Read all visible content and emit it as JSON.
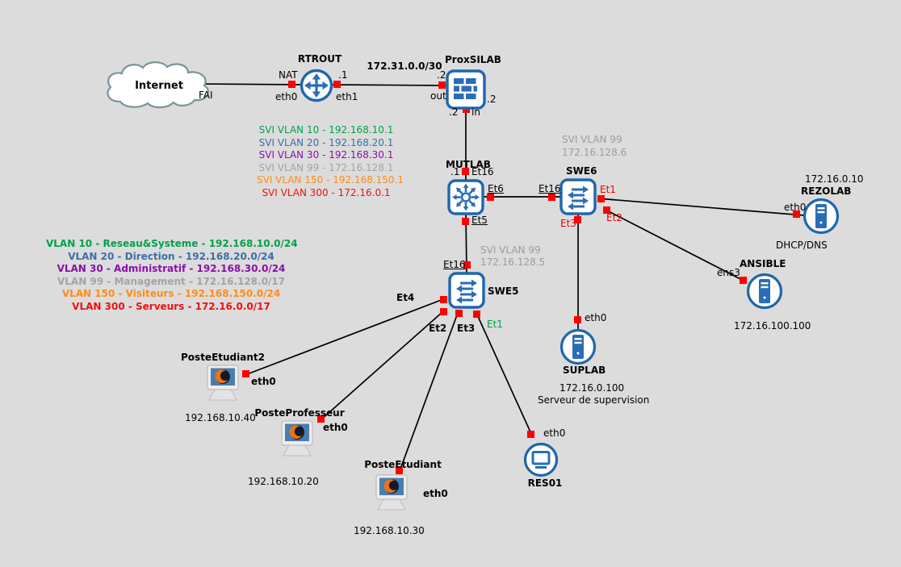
{
  "colors": {
    "background": "#dcdcdc",
    "device_blue": "#1e66ad",
    "glyph_blue": "#2a6db6",
    "link_black": "#000000",
    "port_up_square": "#ff0000",
    "cloud_port_dot": "#00dd00",
    "vlan10_green": "#00a14b",
    "vlan20_blue": "#3a6fa8",
    "vlan30_purple": "#8a10a8",
    "vlan99_gray": "#a3a3a3",
    "vlan150_orange": "#ff8c1a",
    "vlan300_red": "#ee1111"
  },
  "legend_svi": {
    "items": [
      {
        "text": "SVI VLAN 10 - 192.168.10.1",
        "color": "#00a14b"
      },
      {
        "text": "SVI VLAN 20 - 192.168.20.1",
        "color": "#3a6fa8"
      },
      {
        "text": "SVI VLAN 30 - 192.168.30.1",
        "color": "#8a10a8"
      },
      {
        "text": "SVI VLAN 99 - 172.16.128.1",
        "color": "#a3a3a3"
      },
      {
        "text": "SVI VLAN 150 - 192.168.150.1",
        "color": "#ff8c1a"
      },
      {
        "text": "SVI VLAN 300 - 172.16.0.1",
        "color": "#ee1111"
      }
    ]
  },
  "legend_vlan": {
    "items": [
      {
        "text": "VLAN 10 - Reseau&Systeme - 192.168.10.0/24",
        "color": "#00a14b"
      },
      {
        "text": "VLAN 20 - Direction - 192.168.20.0/24",
        "color": "#3a6fa8"
      },
      {
        "text": "VLAN 30 - Administratif - 192.168.30.0/24",
        "color": "#8a10a8"
      },
      {
        "text": "VLAN 99 - Management - 172.16.128.0/17",
        "color": "#a3a3a3"
      },
      {
        "text": "VLAN 150 - Visiteurs - 192.168.150.0/24",
        "color": "#ff8c1a"
      },
      {
        "text": "VLAN 300 - Serveurs - 172.16.0.0/17",
        "color": "#ee1111"
      }
    ]
  },
  "links": {
    "wan": {
      "subnet": "172.31.0.0/30",
      "fw_side_ip": ".2"
    }
  },
  "nodes": {
    "internet": {
      "title": "Internet",
      "port_fai": "FAI"
    },
    "rtrout": {
      "title": "RTROUT",
      "port_nat": "NAT",
      "if_eth0": "eth0",
      "ip_dot1": ".1",
      "if_eth1": "eth1"
    },
    "proxsilab": {
      "title": "ProxSILAB",
      "port_out": "out",
      "ip_right": ".2",
      "ip_in_side": ".2",
      "port_in": "in"
    },
    "mutlab": {
      "title": "MUTLAB",
      "ip_dot1": ".1",
      "port_et16": "Et16",
      "port_et6": "Et6",
      "port_et5": "Et5"
    },
    "swe6": {
      "title": "SWE6",
      "svi_line1": "SVI VLAN 99",
      "svi_line2": "172.16.128.6",
      "port_et16": "Et16",
      "port_et1": "Et1",
      "port_et2": "Et2",
      "port_et3": "Et3"
    },
    "swe5": {
      "title": "SWE5",
      "svi_line1": "SVI VLAN 99",
      "svi_line2": "172.16.128.5",
      "port_et16": "Et16",
      "port_et4": "Et4",
      "port_et2": "Et2",
      "port_et3": "Et3",
      "port_et1": "Et1"
    },
    "rezolab": {
      "title": "REZOLAB",
      "ip": "172.16.0.10",
      "port_eth0": "eth0",
      "role": "DHCP/DNS"
    },
    "ansible": {
      "title": "ANSIBLE",
      "port_ens3": "ens3",
      "ip": "172.16.100.100"
    },
    "suplab": {
      "title": "SUPLAB",
      "port_eth0": "eth0",
      "ip": "172.16.0.100",
      "role": "Serveur de supervision"
    },
    "res01": {
      "title": "RES01",
      "port_eth0": "eth0"
    },
    "poste_etudiant2": {
      "title": "PosteEtudiant2",
      "port_eth0": "eth0",
      "ip": "192.168.10.40"
    },
    "poste_professeur": {
      "title": "PosteProfesseur",
      "port_eth0": "eth0",
      "ip": "192.168.10.20"
    },
    "poste_etudiant": {
      "title": "PosteEtudiant",
      "port_eth0": "eth0",
      "ip": "192.168.10.30"
    }
  }
}
